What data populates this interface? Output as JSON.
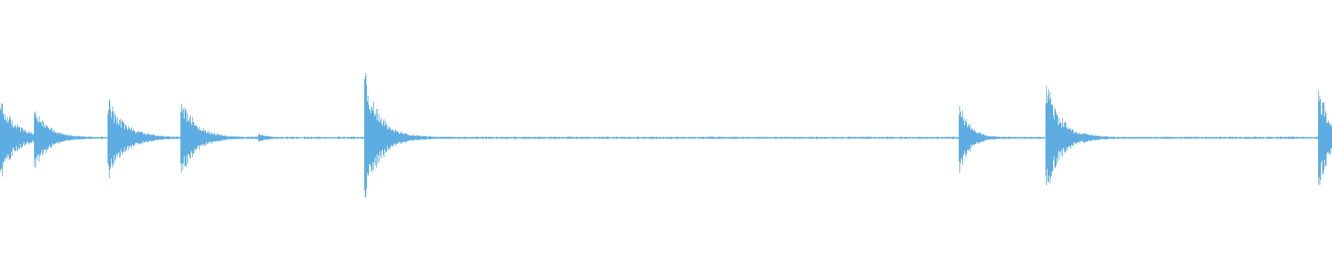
{
  "waveform": {
    "color": "#5dade2",
    "background": "#ffffff",
    "duration_fraction_events": [
      {
        "name": "hit-1",
        "t": 0.0,
        "amp": 0.62,
        "decay": 0.03
      },
      {
        "name": "hit-2",
        "t": 0.026,
        "amp": 0.47,
        "decay": 0.03
      },
      {
        "name": "hit-3",
        "t": 0.081,
        "amp": 0.62,
        "decay": 0.035
      },
      {
        "name": "hit-4",
        "t": 0.136,
        "amp": 0.62,
        "decay": 0.03
      },
      {
        "name": "hit-5",
        "t": 0.194,
        "amp": 0.08,
        "decay": 0.02
      },
      {
        "name": "hit-6",
        "t": 0.274,
        "amp": 0.98,
        "decay": 0.03
      },
      {
        "name": "hit-7",
        "t": 0.72,
        "amp": 0.6,
        "decay": 0.02
      },
      {
        "name": "hit-8",
        "t": 0.785,
        "amp": 0.86,
        "decay": 0.03
      },
      {
        "name": "hit-9",
        "t": 0.99,
        "amp": 0.84,
        "decay": 0.02
      }
    ],
    "noise_floor": 0.012,
    "tail_level": 0.03
  }
}
